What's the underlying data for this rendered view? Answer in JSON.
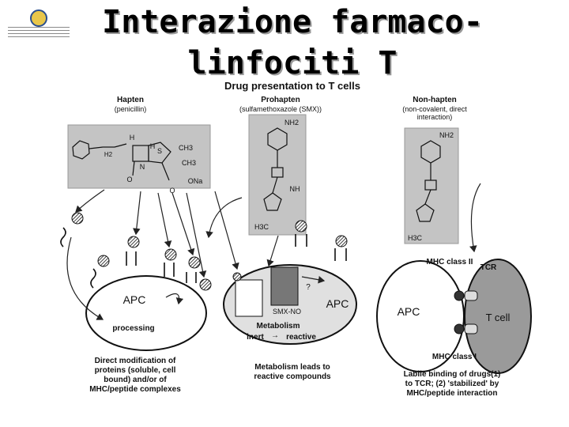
{
  "slide": {
    "title_line1": "Interazione farmaco-",
    "title_line2": "linfociti T"
  },
  "figure": {
    "heading": "Drug presentation to T cells",
    "columns": [
      {
        "name": "Hapten",
        "example": "(penicillin)",
        "caption": "Direct modification of\nproteins (soluble, cell\nbound) and/or of\nMHC/peptide complexes"
      },
      {
        "name": "Prohapten",
        "example": "(sulfamethoxazole (SMX))",
        "caption": "Metabolism leads to\nreactive compounds"
      },
      {
        "name": "Non-hapten",
        "example": "(non-covalent, direct\ninteraction)",
        "caption": "Labile binding of drugs(1)\nto TCR; (2) 'stabilized' by\nMHC/peptide interaction"
      }
    ],
    "labels": {
      "apc": "APC",
      "processing": "processing",
      "smx_no": "SMX-NO",
      "question": "?",
      "metabolism": "Metabolism",
      "inert": "inert",
      "reactive": "reactive",
      "mhc_class_ii": "MHC class II",
      "mhc_class_i": "MHC class I",
      "tcr": "TCR",
      "t_cell": "T cell"
    },
    "chem": {
      "ch3_a": "CH3",
      "ch3_b": "CH3",
      "h_a": "H",
      "h_b": "H",
      "h2": "H2",
      "s": "S",
      "n": "N",
      "o_a": "O",
      "o_b": "O",
      "ona": "ONa",
      "nh2_a": "NH2",
      "nh2_b": "NH2",
      "nh": "NH",
      "h3c_a": "H3C",
      "h3c_b": "H3C"
    }
  }
}
